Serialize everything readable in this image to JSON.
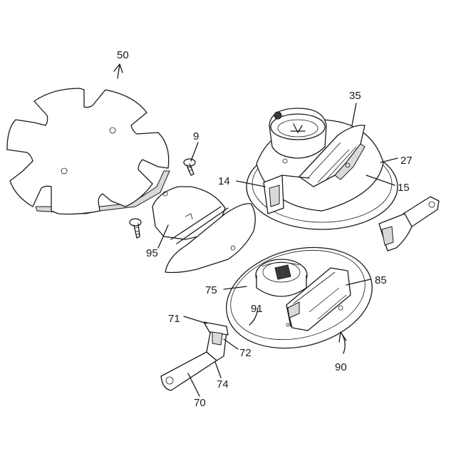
{
  "figure": {
    "labels": {
      "disc_plate": "50",
      "screw_upper": "9",
      "screw_lower": "95",
      "lamp_housing": "35",
      "rim": "27",
      "clip_front": "14",
      "reflector": "15",
      "socket": "75",
      "driver_box": "85",
      "base_plate_edge": "91",
      "base_plate": "90",
      "bracket_tab": "71",
      "bracket_hole": "72",
      "bracket_bend": "74",
      "bracket": "70"
    }
  }
}
